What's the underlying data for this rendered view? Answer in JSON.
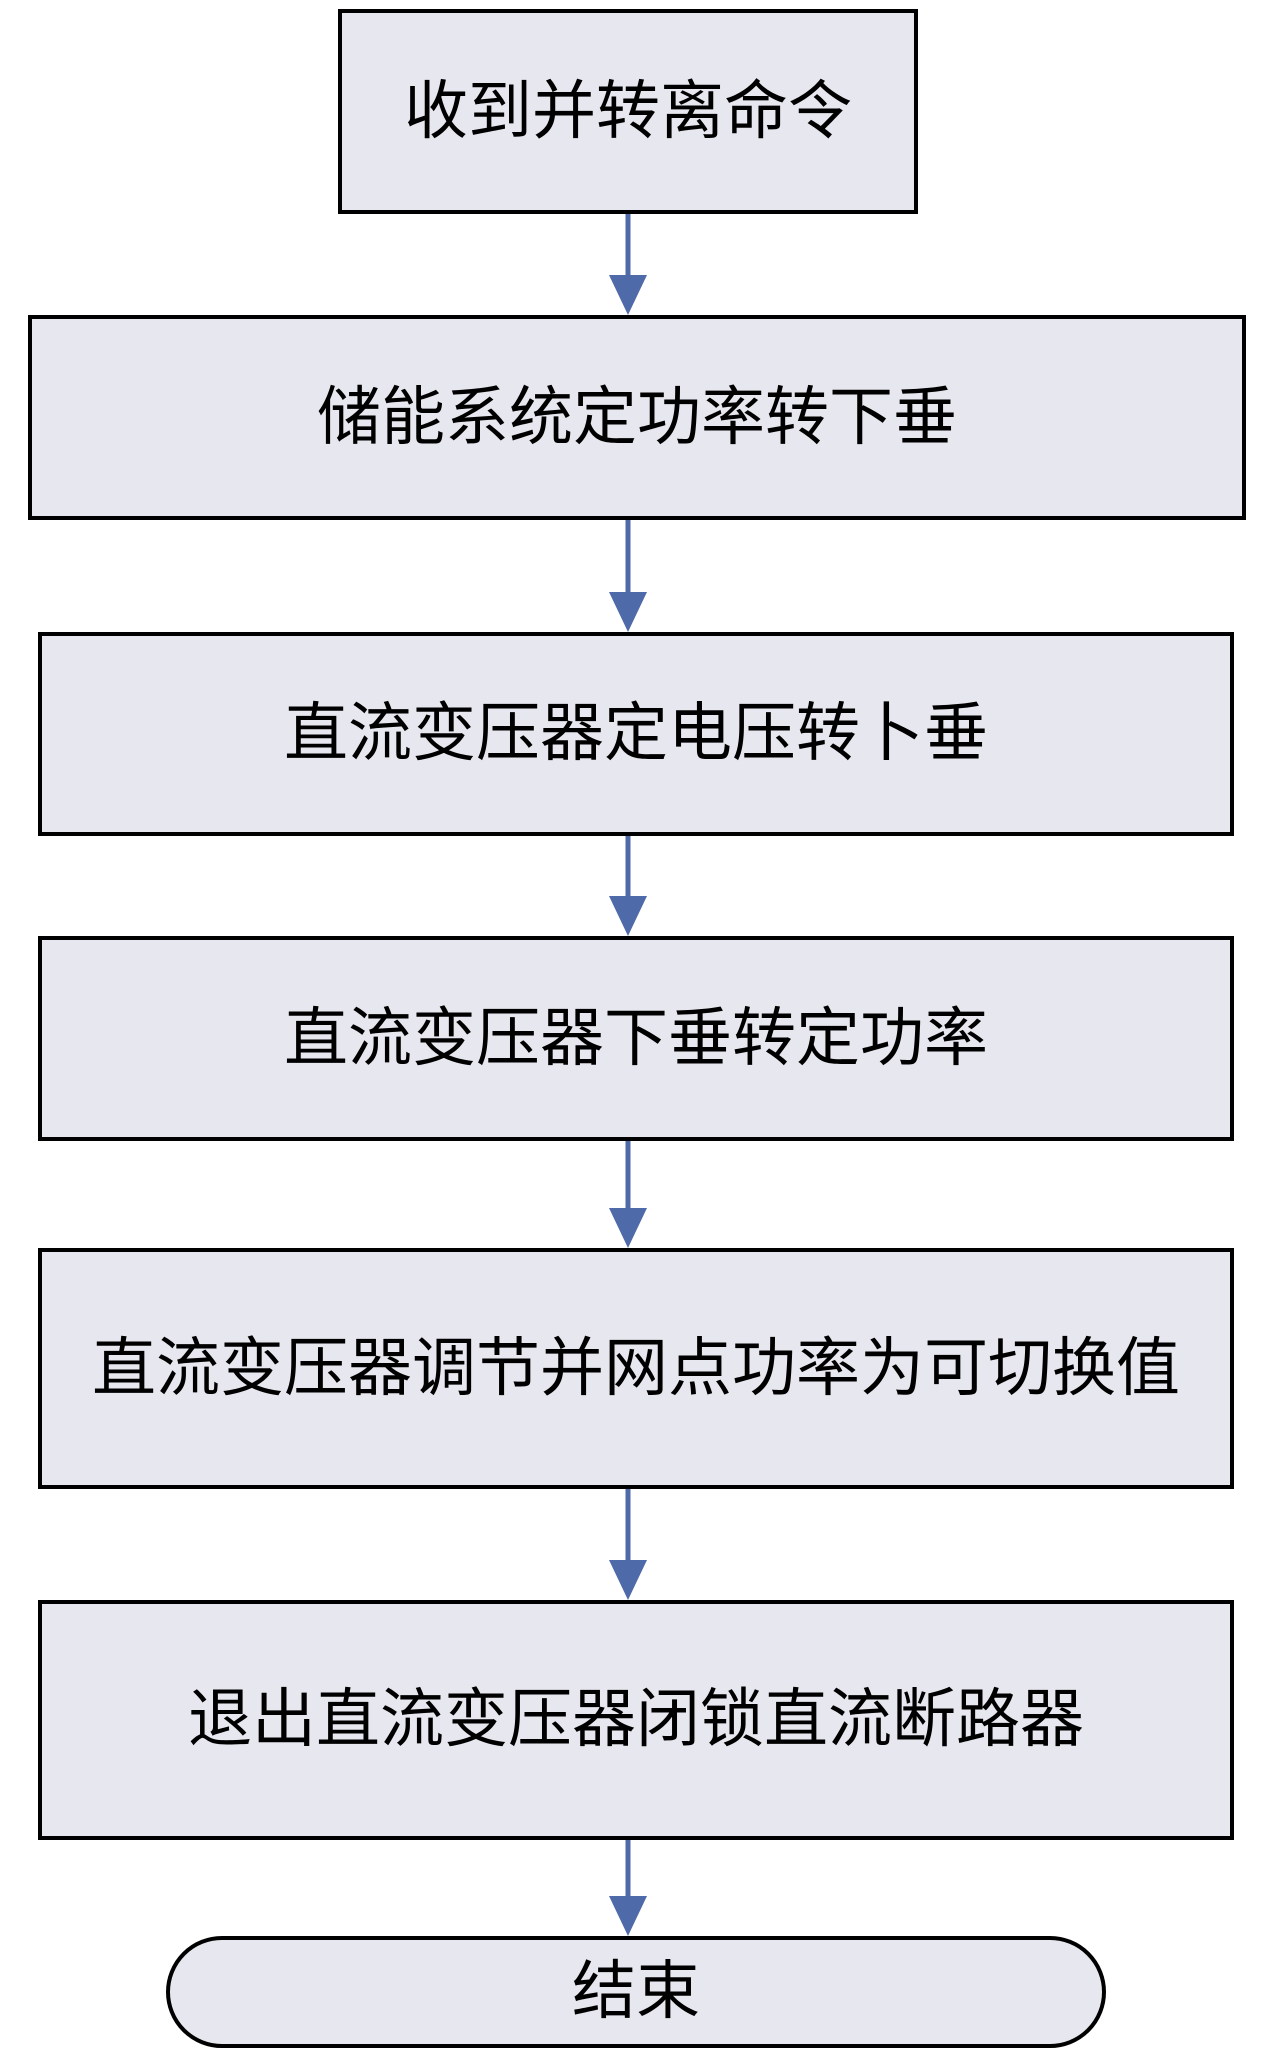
{
  "flowchart": {
    "steps": [
      {
        "label": "收到并转离命令"
      },
      {
        "label": "储能系统定功率转下垂"
      },
      {
        "label": "直流变压器定电压转卜垂"
      },
      {
        "label": "直流变压器下垂转定功率"
      },
      {
        "label": "直流变压器调节并网点功率为可切换值"
      },
      {
        "label": "退出直流变压器闭锁直流断路器"
      }
    ],
    "end": {
      "label": "结束"
    },
    "edges": [
      [
        0,
        1
      ],
      [
        1,
        2
      ],
      [
        2,
        3
      ],
      [
        3,
        4
      ],
      [
        4,
        5
      ],
      [
        5,
        6
      ]
    ]
  },
  "colors": {
    "box_fill": "#e7e7ef",
    "border": "#000000",
    "arrow": "#4f6aa8",
    "text": "#000000",
    "background": "#ffffff"
  }
}
